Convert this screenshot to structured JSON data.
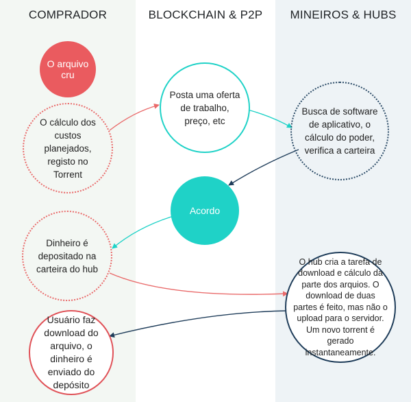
{
  "columns": {
    "left": "COMPRADOR",
    "middle": "BLOCKCHAIN & P2P",
    "right": "MINEIROS & HUBS"
  },
  "nodes": {
    "raw_file": "O arquivo cru",
    "cost_calc": "O cálculo dos custos planejados, registo no Torrent",
    "job_offer": "Posta uma oferta de trabalho, preço, etc",
    "software_search": "Busca de software de aplicativo, o cálculo do poder, verifica a carteira",
    "agreement": "Acordo",
    "money_deposit": "Dinheiro é depositado na carteira do hub",
    "hub_task": "O hub cria a tarefa de download e cálculo da parte dos arquios. O download de duas partes é feito, mas não o upload para o servidor. Um novo torrent é gerado instantaneamente.",
    "user_download": "Usuário faz download do arquivo, o dinheiro é enviado do depósito"
  },
  "colors": {
    "red": "#ea5b5f",
    "teal": "#1fd2c7",
    "navy": "#1f3d5a"
  }
}
